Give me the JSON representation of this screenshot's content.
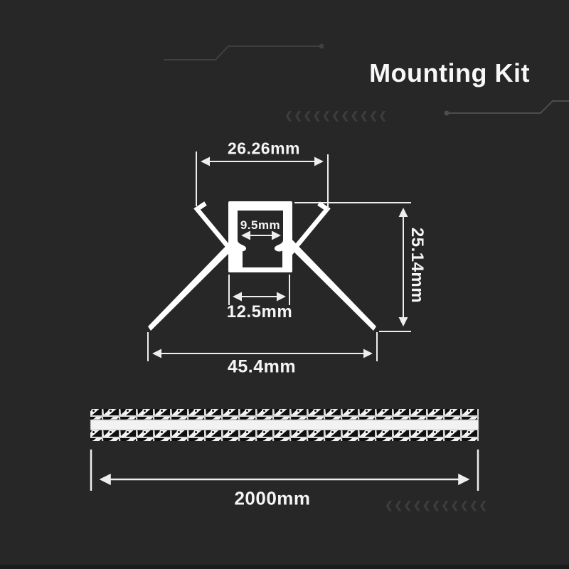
{
  "header": {
    "title": "Mounting Kit"
  },
  "cross_section": {
    "dimensions": {
      "top_width": "26.26mm",
      "inner_width": "9.5mm",
      "height": "25.14mm",
      "base_width": "12.5mm",
      "overall_width": "45.4mm"
    }
  },
  "length_view": {
    "length": "2000mm"
  },
  "decor": {
    "chevrons": "❮❮❮❮❮❮❮❮❮❮❮"
  },
  "colors": {
    "background": "#272727",
    "drawing_white": "#f2f2f2",
    "trace_gray": "#3f3f3f",
    "text_white": "#f5f5f5"
  }
}
